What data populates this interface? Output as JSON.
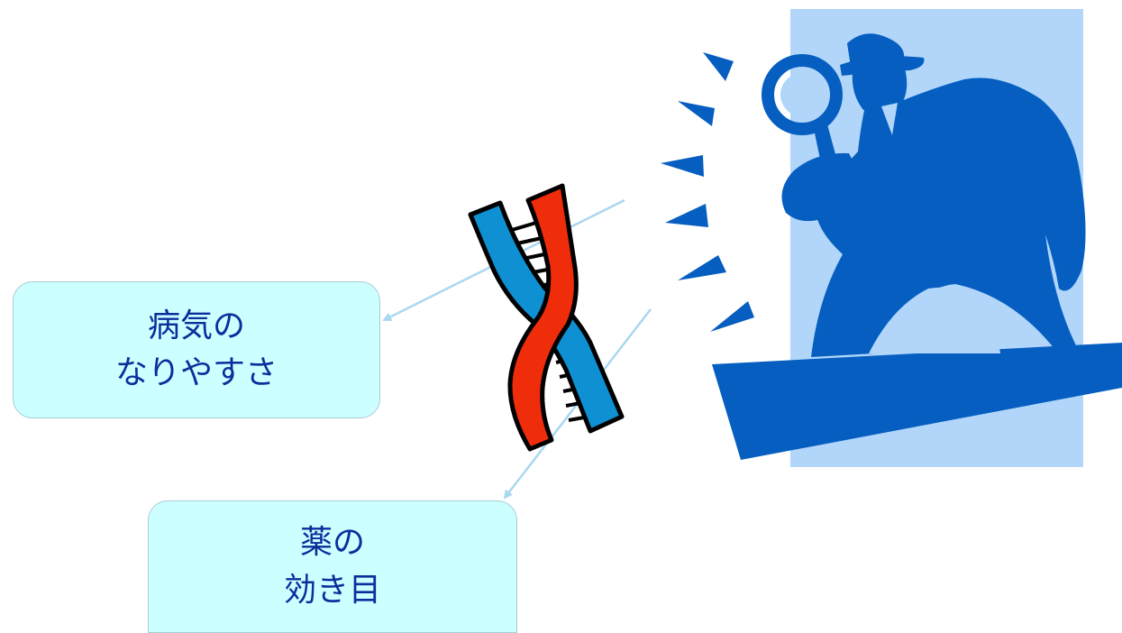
{
  "colors": {
    "box_fill": "#ccffff",
    "box_border": "#a9ccd4",
    "box_text": "#0a2f9c",
    "arrow": "#a8d8f0",
    "detective_backdrop": "#b1d6fa",
    "detective_figure": "#055ec0",
    "dna_blue": "#0e90d2",
    "dna_red": "#f02d0a",
    "outline": "#000000"
  },
  "boxes": {
    "disease": {
      "line1": "病気の",
      "line2": "なりやすさ"
    },
    "drug": {
      "line1": "薬の",
      "line2": "効き目"
    }
  },
  "icons": [
    "dna-icon",
    "detective-icon"
  ]
}
